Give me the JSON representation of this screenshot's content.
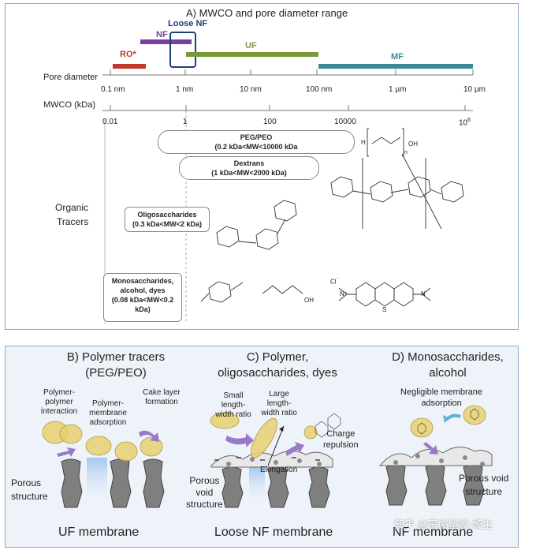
{
  "panelA": {
    "title": "A) MWCO and pore diameter range",
    "ranges": {
      "ro": {
        "label": "RO*",
        "color": "#c0392b"
      },
      "nf": {
        "label": "NF",
        "color": "#7a3fa0"
      },
      "loose_nf": {
        "label": "Loose NF",
        "color": "#1f3f7a"
      },
      "uf": {
        "label": "UF",
        "color": "#7a9a3a"
      },
      "mf": {
        "label": "MF",
        "color": "#3a8a9a"
      }
    },
    "pore_axis": {
      "label": "Pore diameter",
      "ticks": [
        "0.1 nm",
        "1 nm",
        "10 nm",
        "100 nm",
        "1 µm",
        "10 µm"
      ]
    },
    "mwco_axis": {
      "label": "MWCO (kDa)",
      "ticks": [
        "0.01",
        "1",
        "100",
        "10000",
        "10"
      ],
      "last_tick_exponent": "6"
    },
    "section_label_1": "Organic",
    "section_label_2": "Tracers",
    "tracers": {
      "peg_name": "PEG/PEO",
      "peg_range": "(0.2 kDa<MW<10000 kDa",
      "dextran_name": "Dextrans",
      "dextran_range": "(1 kDa<MW<2000 kDa)",
      "oligo_name": "Oligosaccharides",
      "oligo_range": "(0.3 kDa<MW<2 kDa)",
      "mono_line1": "Monosaccharides,",
      "mono_line2": "alcohol, dyes",
      "mono_range1": "(0.08 kDa<MW<0.2",
      "mono_range2": "kDa)"
    },
    "chem": {
      "h": "H",
      "oh": "OH",
      "n": "n",
      "cl": "Cl",
      "cl_charge": "⁻",
      "n_plus": "N⁺",
      "s": "S",
      "n_atom": "N"
    }
  },
  "panelB": {
    "b_title1": "B) Polymer tracers",
    "b_title2": "(PEG/PEO)",
    "c_title1": "C) Polymer,",
    "c_title2": "oligosaccharides, dyes",
    "d_title1": "D) Monosaccharides,",
    "d_title2": "alcohol",
    "b_labels": {
      "pp1": "Polymer-",
      "pp2": "polymer",
      "pp3": "interaction",
      "pm1": "Polymer-",
      "pm2": "membrane",
      "pm3": "adsorption",
      "cake1": "Cake layer",
      "cake2": "formation",
      "porous1": "Porous",
      "porous2": "structure"
    },
    "c_labels": {
      "small1": "Small",
      "small2": "length-",
      "small3": "width ratio",
      "large1": "Large",
      "large2": "length-",
      "large3": "width ratio",
      "charge1": "Charge",
      "charge2": "repulsion",
      "elong": "Elongation",
      "porous1": "Porous",
      "porous2": "void",
      "porous3": "structure"
    },
    "d_labels": {
      "neg1": "Negligible membrane",
      "neg2": "adsorption",
      "porous1": "Porous void",
      "porous2": "structure"
    },
    "bottom_uf": "UF membrane",
    "bottom_loose": "Loose NF membrane",
    "bottom_nf": "NF membrane",
    "watermark": "知乎 @宗临塑胶-黎生"
  }
}
